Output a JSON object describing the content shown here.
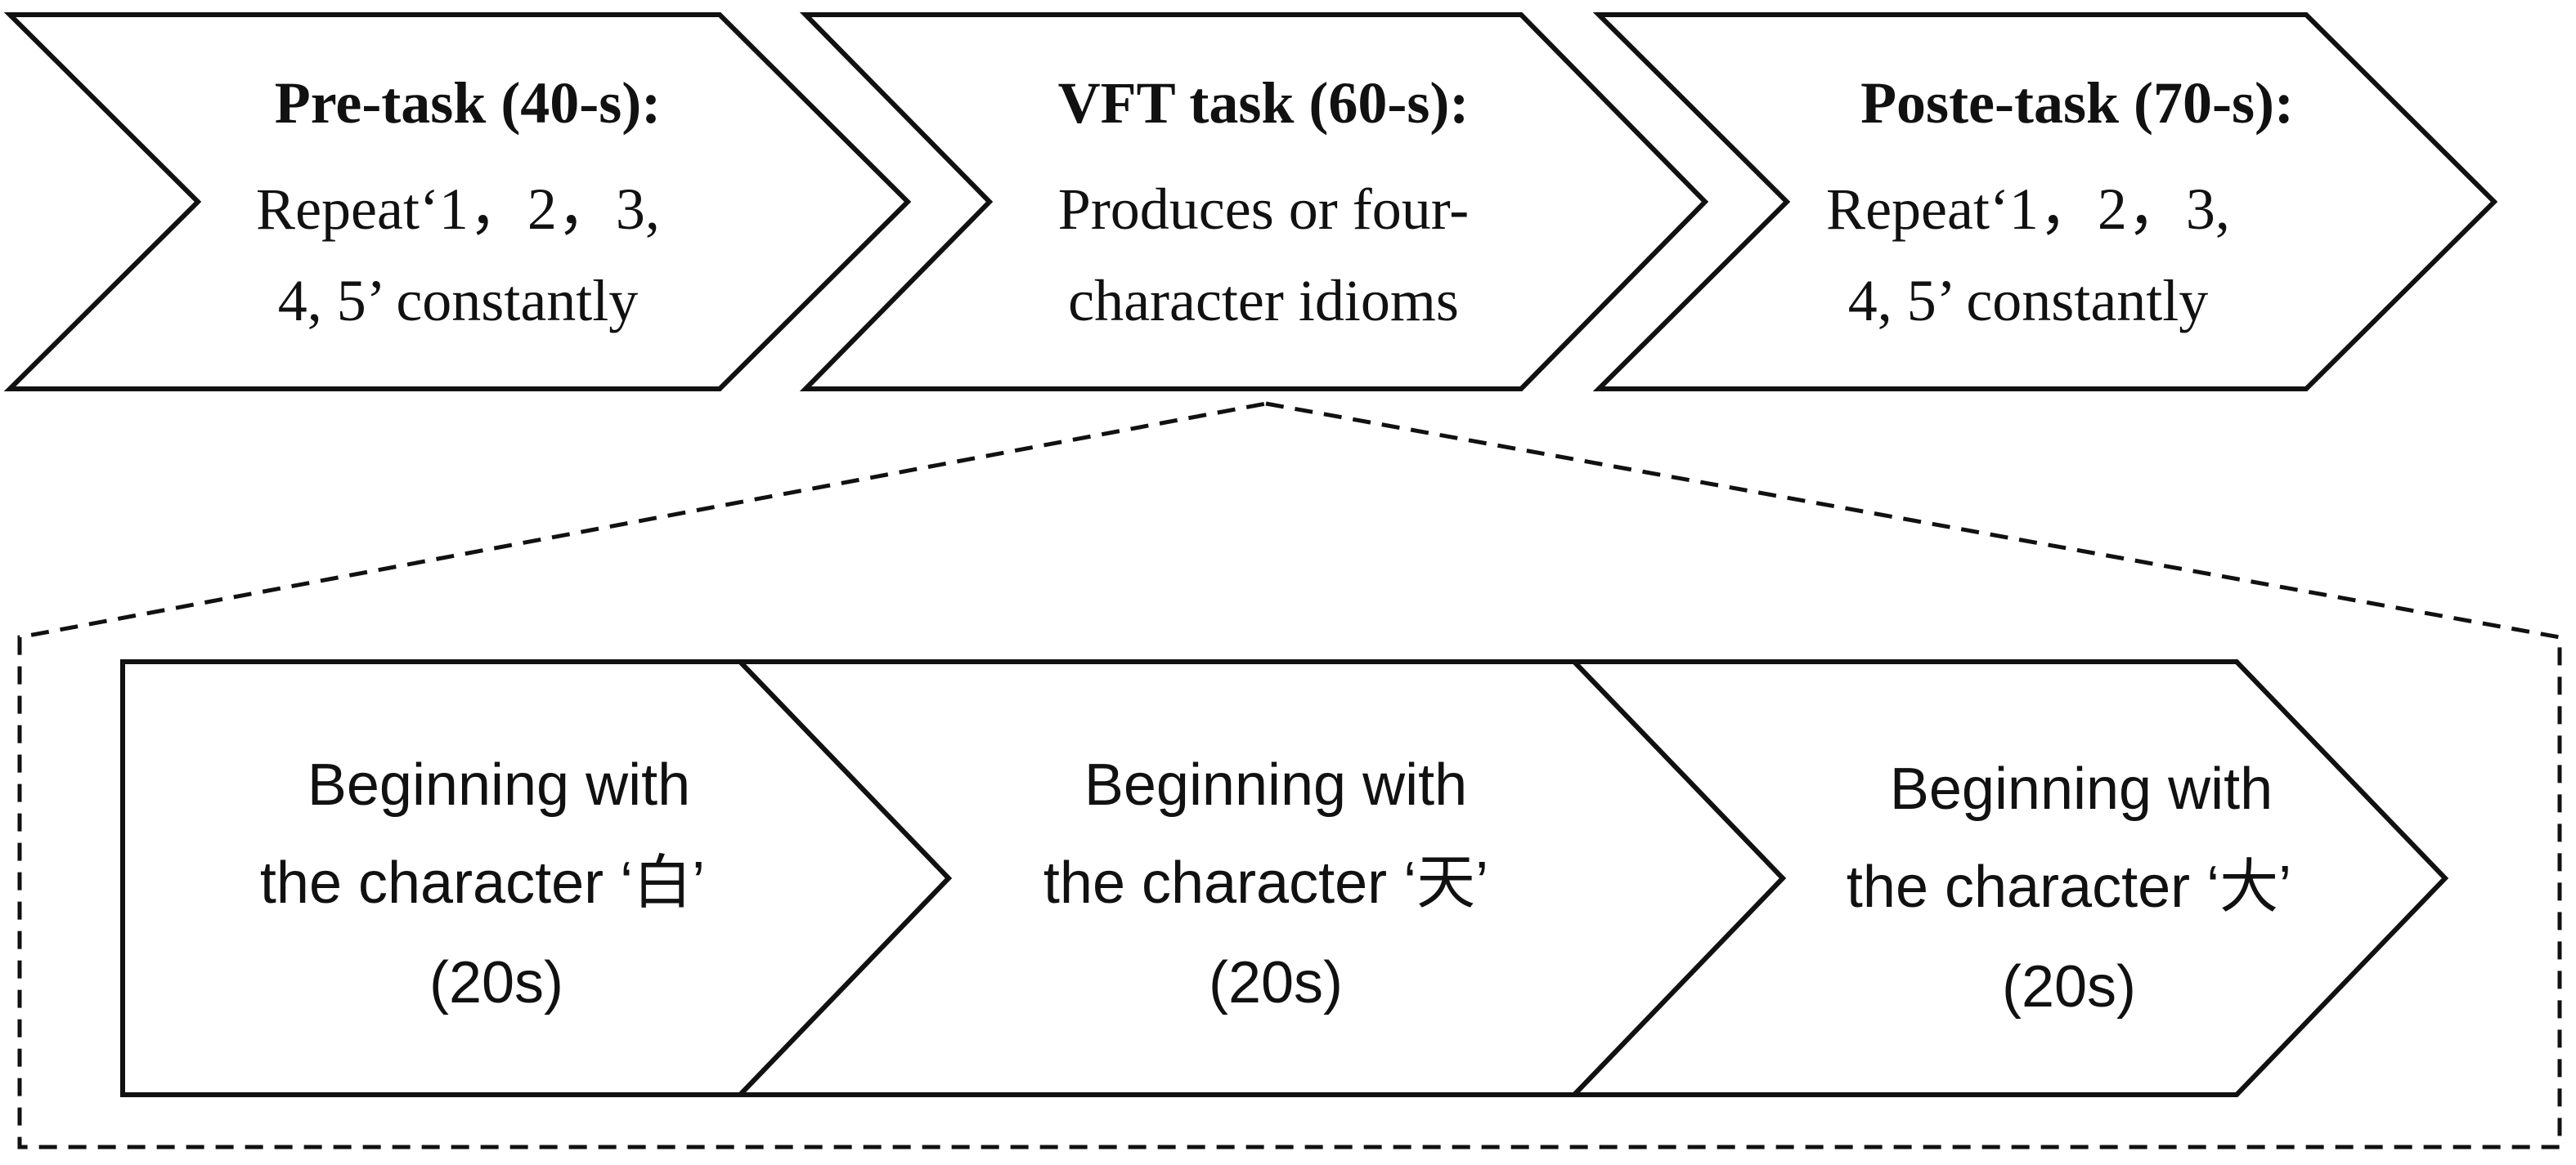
{
  "stages": [
    {
      "title": "Pre-task (40-s):",
      "lines": [
        "Repeat‘1，2，3,",
        "4, 5’ constantly"
      ]
    },
    {
      "title": "VFT task (60-s):",
      "lines": [
        "Produces or four-",
        "character idioms"
      ]
    },
    {
      "title": "Poste-task (70-s):",
      "lines": [
        "Repeat‘1，2，3,",
        "4, 5’ constantly"
      ]
    }
  ],
  "vft_blocks": [
    {
      "lines": [
        "Beginning with",
        "the character ‘白’",
        "(20s)"
      ]
    },
    {
      "lines": [
        "Beginning with",
        "the character ‘天’",
        "(20s)"
      ]
    },
    {
      "lines": [
        "Beginning with",
        "the character ‘大’",
        "(20s)"
      ]
    }
  ]
}
